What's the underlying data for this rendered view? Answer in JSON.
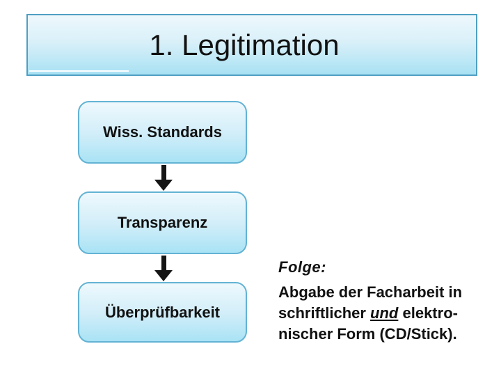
{
  "slide": {
    "title": "1. Legitimation"
  },
  "flow": {
    "boxes": [
      {
        "label": "Wiss. Standards"
      },
      {
        "label": "Transparenz"
      },
      {
        "label": "Überprüfbarkeit"
      }
    ],
    "connector_icon": "down-arrow-icon"
  },
  "note": {
    "heading": "Folge:",
    "line1": "Abgabe der Facharbeit in",
    "line2_pre": "schriftlicher ",
    "line2_emphasis": "und",
    "line2_post": " elektro-",
    "line3": "nischer Form (CD/Stick)."
  },
  "colors": {
    "title_border": "#4f9fc2",
    "box_border": "#63b3d4",
    "fill_top": "#eef9fd",
    "fill_bottom": "#a8e1f3",
    "arrow": "#151515",
    "text": "#111111",
    "background": "#ffffff"
  }
}
